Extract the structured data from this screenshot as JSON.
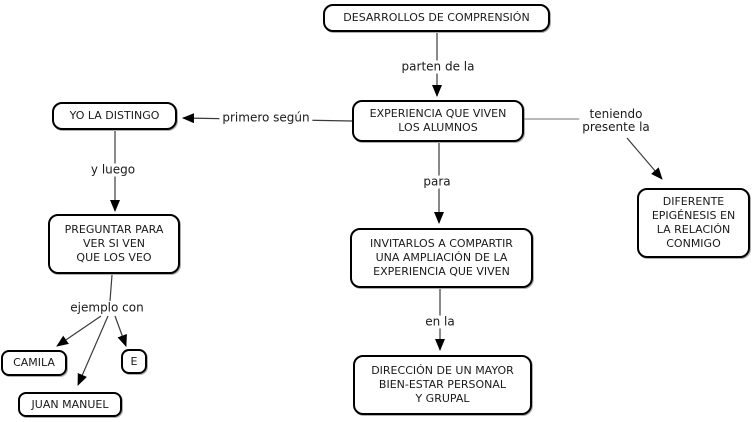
{
  "diagram": {
    "type": "concept-map",
    "language": "es",
    "root_concept": "DESARROLLOS DE COMPRENSIÓN"
  },
  "colors": {
    "background": "#ffffff",
    "node_fill": "#ffffff",
    "node_border": "#000000",
    "text": "#1a1a1a",
    "line_dark": "#3b3b3b",
    "line_light": "#8f8f8f",
    "arrowhead": "#000000"
  },
  "nodes": {
    "desarrollos": {
      "label": "DESARROLLOS DE COMPRENSIÓN"
    },
    "experiencia": {
      "label": "EXPERIENCIA QUE VIVEN\nLOS ALUMNOS"
    },
    "yo_la_distingo": {
      "label": "YO LA DISTINGO"
    },
    "preguntar": {
      "label": "PREGUNTAR PARA\nVER SI VEN\nQUE LOS VEO"
    },
    "camila": {
      "label": "CAMILA"
    },
    "e": {
      "label": "E"
    },
    "juan_manuel": {
      "label": "JUAN MANUEL"
    },
    "invitarlos": {
      "label": "INVITARLOS A COMPARTIR\nUNA AMPLIACIÓN DE LA\nEXPERIENCIA QUE VIVEN"
    },
    "direccion": {
      "label": "DIRECCIÓN DE UN MAYOR\nBIEN-ESTAR PERSONAL\nY GRUPAL"
    },
    "epigenesis": {
      "label": "DIFERENTE\nEPIGÉNESIS EN\nLA RELACIÓN\nCONMIGO"
    }
  },
  "link_labels": {
    "parten_de_la": "parten de la",
    "primero_segun": "primero según",
    "y_luego": "y luego",
    "ejemplo_con": "ejemplo con",
    "para": "para",
    "en_la": "en la",
    "teniendo_presente_la": "teniendo\npresente la"
  }
}
